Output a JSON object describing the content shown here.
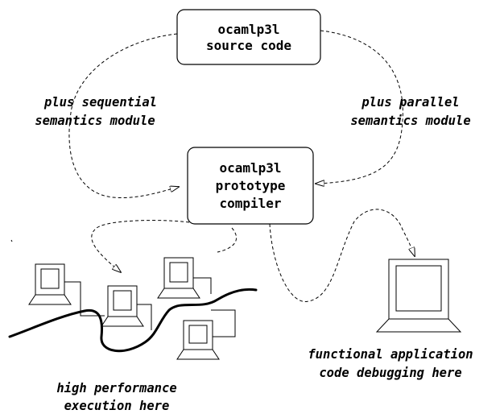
{
  "nodes": {
    "source": {
      "lines": [
        "ocamlp3l",
        "source code"
      ]
    },
    "compiler": {
      "lines": [
        "ocamlp3l",
        "prototype",
        "compiler"
      ]
    }
  },
  "labels": {
    "sequential": [
      "plus sequential",
      "semantics module"
    ],
    "parallel": [
      "plus parallel",
      "semantics module"
    ],
    "performance": [
      "high performance",
      "execution here"
    ],
    "debugging": [
      "functional application",
      "code debugging here"
    ]
  },
  "icons": {
    "cluster": "networked-computers",
    "workstation": "single-computer"
  }
}
